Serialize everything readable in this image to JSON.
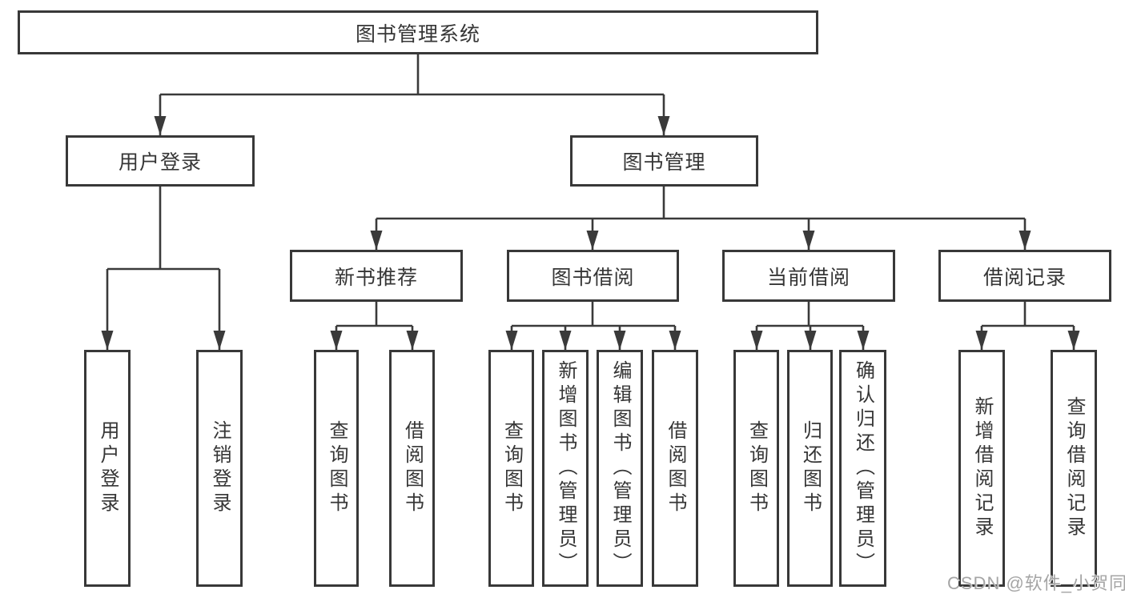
{
  "diagram_type": "hierarchy-tree",
  "tree": {
    "root": {
      "label": "图书管理系统"
    },
    "children": [
      {
        "label": "用户登录",
        "children": [
          {
            "label": "用户登录"
          },
          {
            "label": "注销登录"
          }
        ]
      },
      {
        "label": "图书管理",
        "children": [
          {
            "label": "新书推荐",
            "children": [
              {
                "label": "查询图书"
              },
              {
                "label": "借阅图书"
              }
            ]
          },
          {
            "label": "图书借阅",
            "children": [
              {
                "label": "查询图书"
              },
              {
                "label": "新增图书（管理员）"
              },
              {
                "label": "编辑图书（管理员）"
              },
              {
                "label": "借阅图书"
              }
            ]
          },
          {
            "label": "当前借阅",
            "children": [
              {
                "label": "查询图书"
              },
              {
                "label": "归还图书"
              },
              {
                "label": "确认归还（管理员）"
              }
            ]
          },
          {
            "label": "借阅记录",
            "children": [
              {
                "label": "新增借阅记录"
              },
              {
                "label": "查询借阅记录"
              }
            ]
          }
        ]
      }
    ]
  },
  "watermark": {
    "text": "CSDN @软件_小贺同学"
  },
  "colors": {
    "box_border": "#383838",
    "connector": "#3a3a3a",
    "text": "#363636",
    "watermark": "#a5a5a5",
    "background": "#ffffff"
  }
}
